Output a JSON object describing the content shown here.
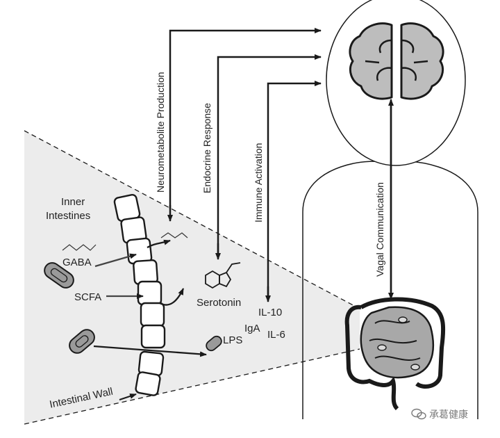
{
  "labels": {
    "inner_intestines_line1": "Inner",
    "inner_intestines_line2": "Intestines",
    "gaba": "GABA",
    "scfa": "SCFA",
    "lps": "LPS",
    "serotonin": "Serotonin",
    "il10": "IL-10",
    "iga": "IgA",
    "il6": "IL-6",
    "intestinal_wall": "Intestinal Wall"
  },
  "pathways": {
    "neurometabolite": "Neurometabolite Production",
    "endocrine": "Endocrine Response",
    "immune": "Immune Activation",
    "vagal": "Vagal Communication"
  },
  "watermark": {
    "text": "承葛健康",
    "icon": "wechat-bubble-icon"
  },
  "colors": {
    "line": "#1a1a1a",
    "zone_fill": "#ececec",
    "brain_fill": "#bdbdbd",
    "gut_fill": "#a8a8a8",
    "bacteria_fill": "#9a9a9a"
  }
}
